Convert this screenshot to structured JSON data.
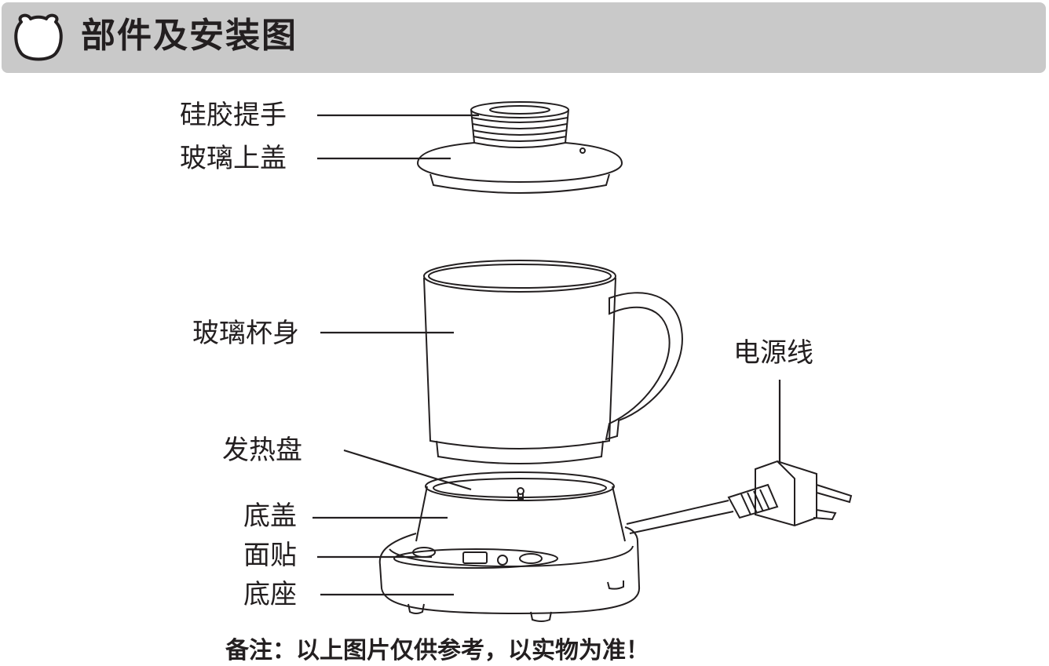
{
  "header": {
    "title": "部件及安装图",
    "icon": "bear-head-icon",
    "background": "#c9c9c9"
  },
  "parts": {
    "silicone_handle": "硅胶提手",
    "glass_lid": "玻璃上盖",
    "glass_cup": "玻璃杯身",
    "heating_plate": "发热盘",
    "base_cover": "底盖",
    "panel_sticker": "面贴",
    "base": "底座",
    "power_cord": "电源线"
  },
  "footer": {
    "note": "备注：以上图片仅供参考，以实物为准！"
  }
}
